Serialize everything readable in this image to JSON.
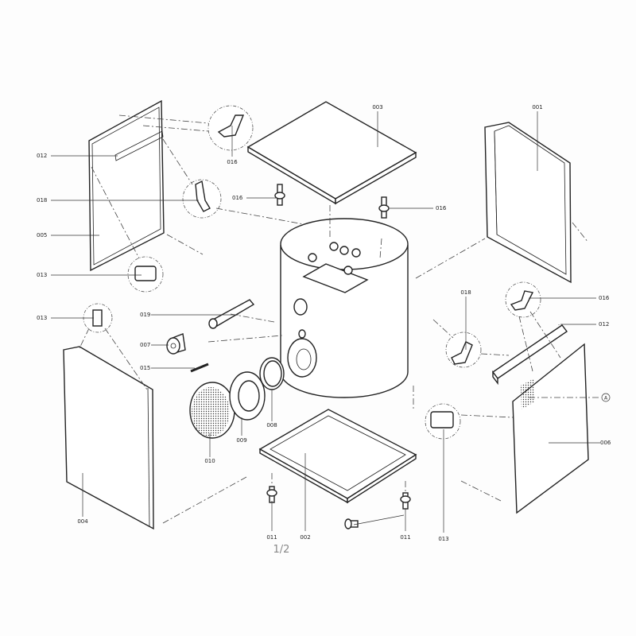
{
  "diagram": {
    "labels": {
      "l003": "003",
      "l001": "001",
      "l012a": "012",
      "l016a": "016",
      "l018a": "018",
      "l016b": "016",
      "l016c": "016",
      "l005": "005",
      "l013a": "013",
      "l013b": "013",
      "l019": "019",
      "l007": "007",
      "l015": "015",
      "l010": "010",
      "l009": "009",
      "l008": "008",
      "l002": "002",
      "l011a": "011",
      "l011b": "011",
      "l004": "004",
      "l018b": "018",
      "l016d": "016",
      "l012b": "012",
      "lA": "A",
      "l006": "006",
      "l013c": "013"
    },
    "page_indicator": "1/2"
  }
}
